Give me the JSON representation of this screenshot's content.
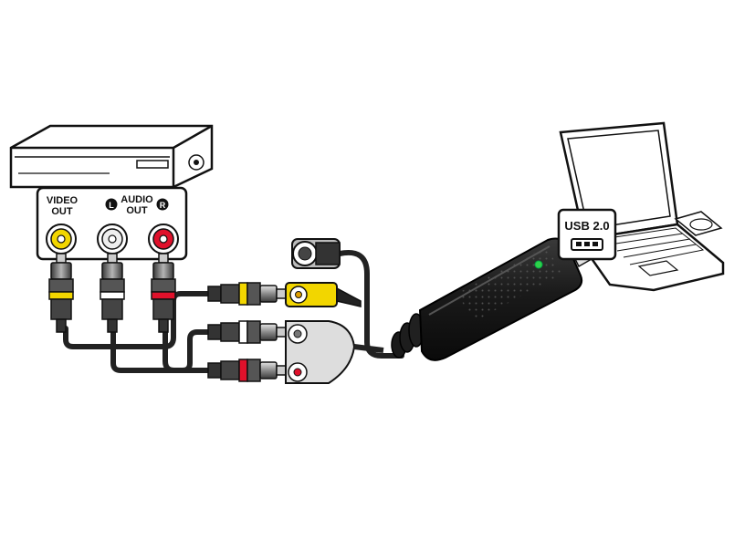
{
  "labels": {
    "video_out_line1": "VIDEO",
    "video_out_line2": "OUT",
    "audio_out_line1": "AUDIO",
    "audio_out_line2": "OUT",
    "audio_left": "L",
    "audio_right": "R",
    "usb_label": "USB 2.0"
  },
  "colors": {
    "video": "#f2d600",
    "audio_left": "#ffffff",
    "audio_right": "#e0112b",
    "cable": "#2a2a2a",
    "device_body": "#1b1b1b",
    "led": "#2fd14a"
  }
}
